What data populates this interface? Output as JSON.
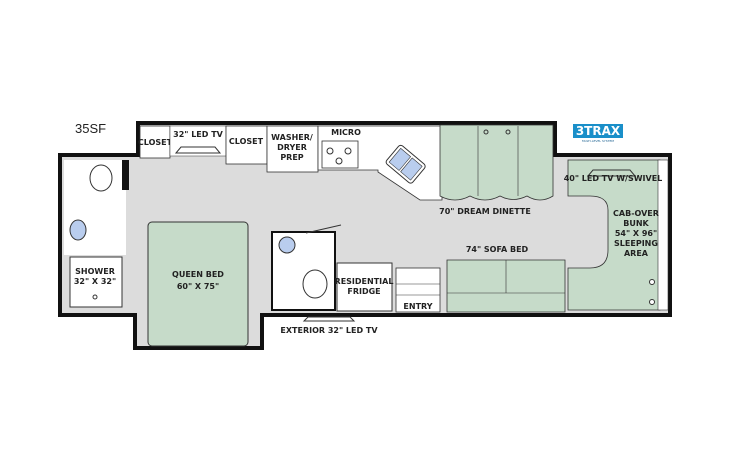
{
  "model": "35SF",
  "logo": {
    "text": "3TRAX",
    "subtext": "MULTI-LEVEL SYSTEM",
    "color": "#1a8fc9"
  },
  "colors": {
    "floor": "#dcdcdc",
    "furniture": "#c6dbc9",
    "wall": "#111111",
    "fixture": "#b9cdee"
  },
  "labels": {
    "closet_left": "CLOSET",
    "tv_bedroom": "32\" LED TV",
    "closet_right": "CLOSET",
    "washer_1": "WASHER/",
    "washer_2": "DRYER",
    "washer_3": "PREP",
    "micro": "MICRO",
    "dinette": "70\" DREAM DINETTE",
    "tv_cab": "40\" LED TV W/SWIVEL",
    "bunk_1": "CAB-OVER",
    "bunk_2": "BUNK",
    "bunk_3": "54\" X 96\"",
    "bunk_4": "SLEEPING",
    "bunk_5": "AREA",
    "sofa": "74\" SOFA BED",
    "shower_1": "SHOWER",
    "shower_2": "32\" X 32\"",
    "bed_1": "QUEEN BED",
    "bed_2": "60\" X 75\"",
    "fridge_1": "RESIDENTIAL",
    "fridge_2": "FRIDGE",
    "entry": "ENTRY",
    "ext_tv": "EXTERIOR 32\" LED TV"
  }
}
